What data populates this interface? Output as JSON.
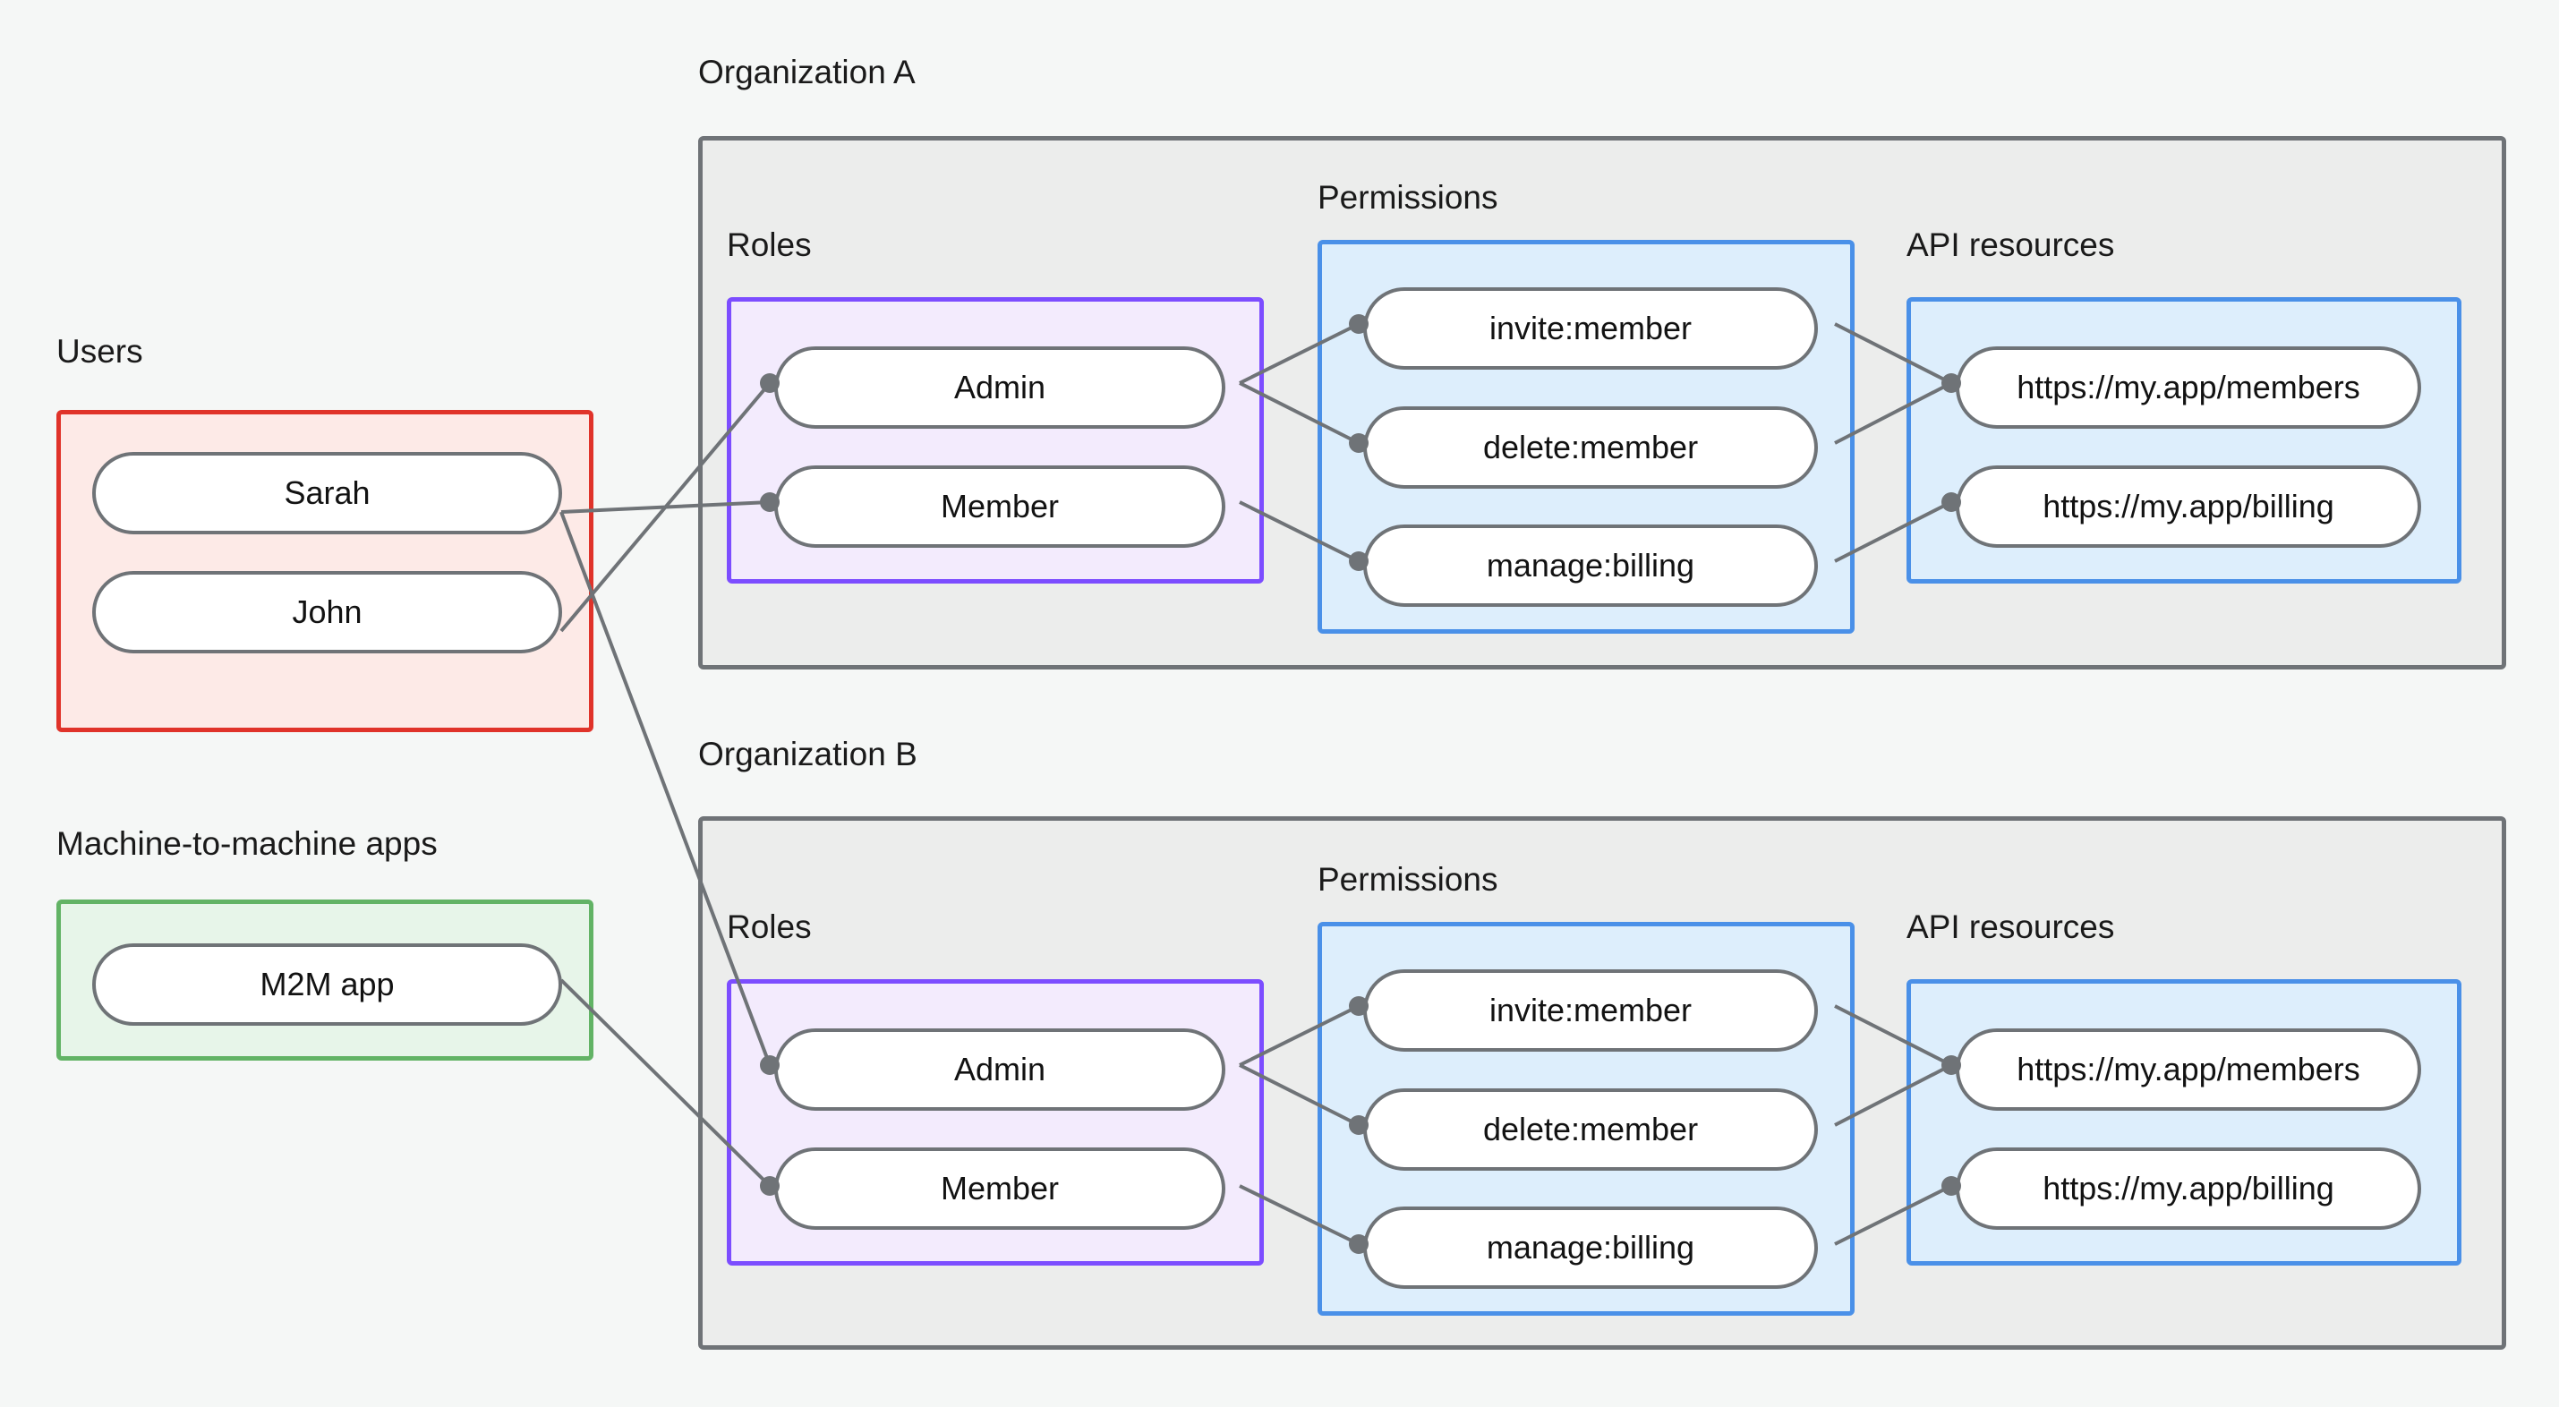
{
  "diagram": {
    "title_visible": false,
    "background_color": "#f5f7f6",
    "colors": {
      "org_border": "#6f7377",
      "org_fill": "#ecedec",
      "users_border": "#e0332a",
      "users_fill": "#fdeae7",
      "m2m_border": "#62b365",
      "m2m_fill": "#e7f5e9",
      "roles_border": "#7c4dff",
      "roles_fill": "#f3ebfd",
      "permissions_border": "#4a90e8",
      "permissions_fill": "#ddeefc",
      "api_border": "#4a90e8",
      "api_fill": "#ddeefc",
      "node_border": "#6f7377",
      "node_fill": "#ffffff",
      "edge": "#6f7377"
    }
  },
  "labels": {
    "users": "Users",
    "m2m": "Machine-to-machine apps",
    "organization_a": "Organization A",
    "organization_b": "Organization B",
    "roles": "Roles",
    "permissions": "Permissions",
    "api_resources": "API resources"
  },
  "users": {
    "label": "Users",
    "items": [
      {
        "label": "Sarah"
      },
      {
        "label": "John"
      }
    ]
  },
  "m2m_apps": {
    "label": "Machine-to-machine apps",
    "items": [
      {
        "label": "M2M app"
      }
    ]
  },
  "organizations": [
    {
      "name": "Organization A",
      "roles": {
        "label": "Roles",
        "items": [
          {
            "label": "Admin"
          },
          {
            "label": "Member"
          }
        ]
      },
      "permissions": {
        "label": "Permissions",
        "items": [
          {
            "label": "invite:member"
          },
          {
            "label": "delete:member"
          },
          {
            "label": "manage:billing"
          }
        ]
      },
      "api_resources": {
        "label": "API resources",
        "items": [
          {
            "label": "https://my.app/members"
          },
          {
            "label": "https://my.app/billing"
          }
        ]
      }
    },
    {
      "name": "Organization B",
      "roles": {
        "label": "Roles",
        "items": [
          {
            "label": "Admin"
          },
          {
            "label": "Member"
          }
        ]
      },
      "permissions": {
        "label": "Permissions",
        "items": [
          {
            "label": "invite:member"
          },
          {
            "label": "delete:member"
          },
          {
            "label": "manage:billing"
          }
        ]
      },
      "api_resources": {
        "label": "API resources",
        "items": [
          {
            "label": "https://my.app/members"
          },
          {
            "label": "https://my.app/billing"
          }
        ]
      }
    }
  ],
  "connections": [
    {
      "from": "Sarah",
      "to": "Organization A / Member"
    },
    {
      "from": "Sarah",
      "to": "Organization B / Admin"
    },
    {
      "from": "John",
      "to": "Organization A / Admin"
    },
    {
      "from": "M2M app",
      "to": "Organization B / Member"
    },
    {
      "from": "Organization A / Admin",
      "to": "Organization A / invite:member"
    },
    {
      "from": "Organization A / Admin",
      "to": "Organization A / delete:member"
    },
    {
      "from": "Organization A / Member",
      "to": "Organization A / manage:billing"
    },
    {
      "from": "Organization A / invite:member",
      "to": "Organization A / https://my.app/members"
    },
    {
      "from": "Organization A / delete:member",
      "to": "Organization A / https://my.app/members"
    },
    {
      "from": "Organization A / manage:billing",
      "to": "Organization A / https://my.app/billing"
    },
    {
      "from": "Organization B / Admin",
      "to": "Organization B / invite:member"
    },
    {
      "from": "Organization B / Admin",
      "to": "Organization B / delete:member"
    },
    {
      "from": "Organization B / Member",
      "to": "Organization B / manage:billing"
    },
    {
      "from": "Organization B / invite:member",
      "to": "Organization B / https://my.app/members"
    },
    {
      "from": "Organization B / delete:member",
      "to": "Organization B / https://my.app/members"
    },
    {
      "from": "Organization B / manage:billing",
      "to": "Organization B / https://my.app/billing"
    }
  ]
}
